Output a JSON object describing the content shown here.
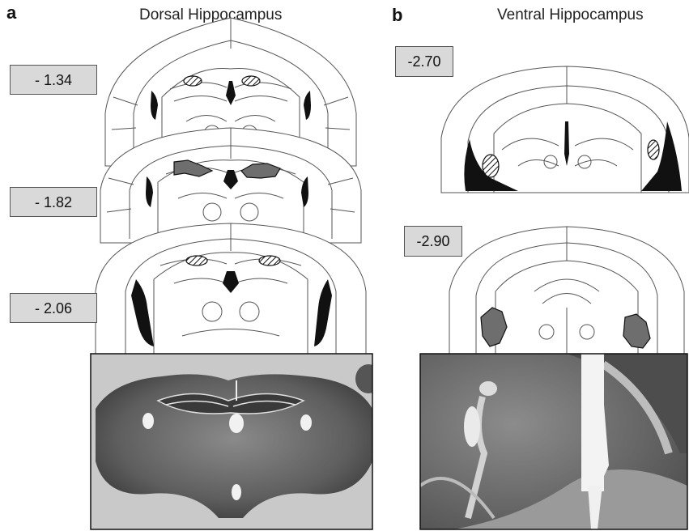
{
  "panels": {
    "a": {
      "letter": "a",
      "title": "Dorsal Hippocampus",
      "coordinates": [
        "- 1.34",
        "- 1.82",
        "- 2.06"
      ]
    },
    "b": {
      "letter": "b",
      "title": "Ventral Hippocampus",
      "coordinates": [
        "-2.70",
        "-2.90"
      ]
    }
  },
  "colors": {
    "lesion_fill": "#6e6e6e",
    "coord_box": "#d9d9d9",
    "outline": "#555555"
  }
}
